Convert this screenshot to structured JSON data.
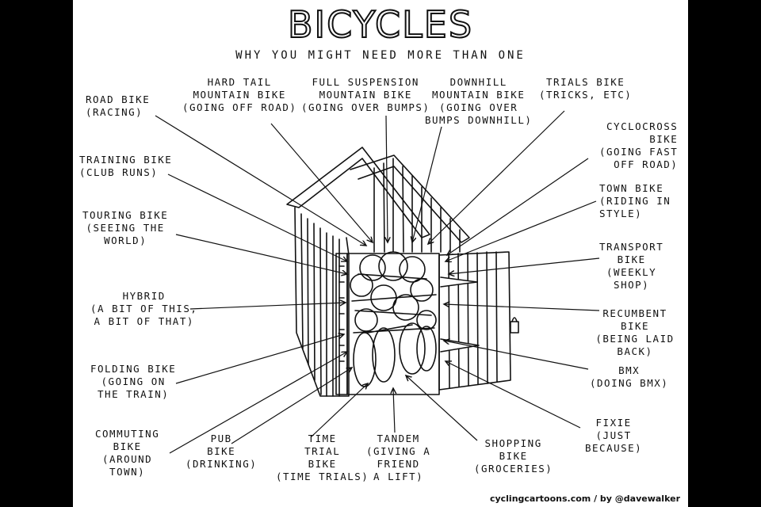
{
  "title": "BICYCLES",
  "subtitle": "WHY YOU MIGHT NEED MORE THAN ONE",
  "credit": "cyclingcartoons.com / by @davewalker",
  "colors": {
    "ink": "#111111",
    "paper": "#ffffff",
    "frame": "#000000"
  },
  "labels": [
    {
      "id": "road-bike",
      "name": "ROAD BIKE",
      "desc": "(RACING)"
    },
    {
      "id": "hard-tail",
      "name": "HARD TAIL\nMOUNTAIN BIKE",
      "desc": "(GOING OFF ROAD)"
    },
    {
      "id": "full-suspension",
      "name": "FULL SUSPENSION\nMOUNTAIN BIKE",
      "desc": "(GOING OVER BUMPS)"
    },
    {
      "id": "downhill",
      "name": "DOWNHILL\nMOUNTAIN BIKE",
      "desc": "(GOING OVER\nBUMPS DOWNHILL)"
    },
    {
      "id": "trials",
      "name": "TRIALS BIKE",
      "desc": "(TRICKS, ETC)"
    },
    {
      "id": "cyclocross",
      "name": "CYCLOCROSS\nBIKE",
      "desc": "(GOING FAST\nOFF ROAD)"
    },
    {
      "id": "town",
      "name": "TOWN BIKE",
      "desc": "(RIDING IN\nSTYLE)"
    },
    {
      "id": "training",
      "name": "TRAINING BIKE",
      "desc": "(CLUB RUNS)"
    },
    {
      "id": "touring",
      "name": "TOURING BIKE",
      "desc": "(SEEING THE\nWORLD)"
    },
    {
      "id": "hybrid",
      "name": "HYBRID",
      "desc": "(A BIT OF THIS,\nA BIT OF THAT)"
    },
    {
      "id": "folding",
      "name": "FOLDING BIKE",
      "desc": "(GOING ON\nTHE TRAIN)"
    },
    {
      "id": "commuting",
      "name": "COMMUTING\nBIKE",
      "desc": "(AROUND\nTOWN)"
    },
    {
      "id": "pub",
      "name": "PUB\nBIKE",
      "desc": "(DRINKING)"
    },
    {
      "id": "time-trial",
      "name": "TIME\nTRIAL\nBIKE",
      "desc": "(TIME TRIALS)"
    },
    {
      "id": "tandem",
      "name": "TANDEM",
      "desc": "(GIVING A\nFRIEND\nA LIFT)"
    },
    {
      "id": "shopping",
      "name": "SHOPPING\nBIKE",
      "desc": "(GROCERIES)"
    },
    {
      "id": "transport",
      "name": "TRANSPORT\nBIKE",
      "desc": "(WEEKLY\nSHOP)"
    },
    {
      "id": "recumbent",
      "name": "RECUMBENT\nBIKE",
      "desc": "(BEING LAID BACK)"
    },
    {
      "id": "bmx",
      "name": "BMX",
      "desc": "(DOING BMX)"
    },
    {
      "id": "fixie",
      "name": "FIXIE",
      "desc": "(JUST\nBECAUSE)"
    }
  ]
}
